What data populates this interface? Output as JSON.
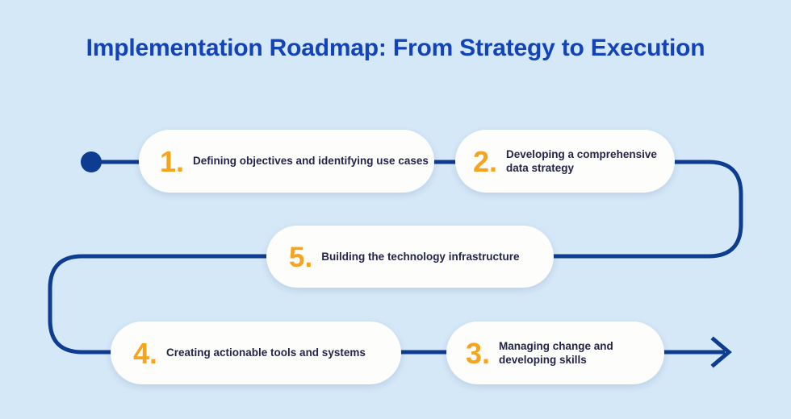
{
  "page": {
    "title": "Implementation Roadmap: From Strategy to Execution",
    "background_color": "#d4e8f8",
    "title_color": "#1243b8",
    "number_color": "#f6a41e",
    "text_color": "#24244a",
    "card_color": "#fdfdfb",
    "connector_color": "#0d3c91"
  },
  "diagram": {
    "type": "serpentine-roadmap",
    "start_marker": "start-dot",
    "end_marker": "arrow-head",
    "steps": [
      {
        "number": "1.",
        "label": "Defining objectives and identifying use cases"
      },
      {
        "number": "2.",
        "label": "Developing a comprehensive data strategy"
      },
      {
        "number": "3.",
        "label": "Managing change and developing skills"
      },
      {
        "number": "4.",
        "label": "Creating actionable tools and systems"
      },
      {
        "number": "5.",
        "label": "Building the technology infrastructure"
      }
    ]
  }
}
